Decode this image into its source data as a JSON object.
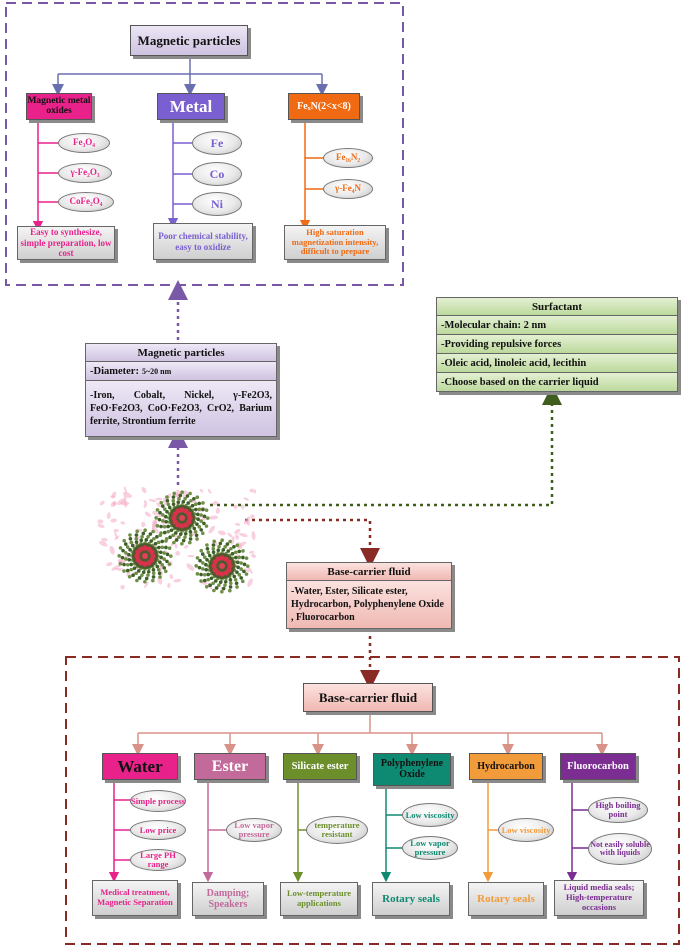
{
  "colors": {
    "purple_dash": "#7a58a8",
    "purple_fill": "#d8cfe6",
    "green_fill": "#cfe6b4",
    "green_dash": "#3f5e1d",
    "pink_fill": "#f4c6c3",
    "red_dash": "#8a2a25",
    "magenta": "#e8218b",
    "violet": "#7a5fd0",
    "orange": "#ef6a12",
    "teal": "#0f8a72",
    "olive": "#6c8f2c",
    "mauve": "#c26a9a",
    "grape": "#7b2d91",
    "amber": "#f29b3a"
  },
  "top": {
    "title": "Magnetic particles",
    "cats": [
      {
        "label": "Magnetic metal oxides",
        "items": [
          "Fe₃O₄",
          "γ-Fe₂O₃",
          "CoFe₂O₄"
        ],
        "note": "Easy to synthesize, simple preparation, low cost"
      },
      {
        "label": "Metal",
        "items": [
          "Fe",
          "Co",
          "Ni"
        ],
        "note": "Poor chemical stability, easy to oxidize"
      },
      {
        "label": "FeₓN(2<x<8)",
        "items": [
          "Fe₁₆N₂",
          "γ-Fe₄N"
        ],
        "note": "High saturation magnetization intensity, difficult to prepare"
      }
    ]
  },
  "surfactant": {
    "title": "Surfactant",
    "rows": [
      "-Molecular chain: 2 nm",
      "-Providing repulsive forces",
      "-Oleic acid, linoleic acid, lecithin",
      "-Choose based on the carrier liquid"
    ]
  },
  "particles": {
    "title": "Magnetic particles",
    "diameter_label": "-Diameter:",
    "diameter_value": "5~20 nm",
    "list": "-Iron, Cobalt, Nickel, γ-Fe2O3, FeO·Fe2O3, CoO·Fe2O3, CrO2, Barium ferrite, Strontium ferrite"
  },
  "carrier_mid": {
    "title": "Base-carrier fluid",
    "text": "-Water, Ester, Silicate ester, Hydrocarbon, Polyphenylene Oxide , Fluorocarbon"
  },
  "bottom": {
    "title": "Base-carrier fluid",
    "cats": [
      {
        "label": "Water",
        "items": [
          "Simple process",
          "Low price",
          "Large PH range"
        ],
        "app": "Medical treatment, Magnetic Separation"
      },
      {
        "label": "Ester",
        "items": [
          "Low vapor pressure"
        ],
        "app": "Damping; Speakers"
      },
      {
        "label": "Silicate ester",
        "items": [
          "temperature resistant"
        ],
        "app": "Low-temperature applications"
      },
      {
        "label": "Polyphenylene Oxide",
        "items": [
          "Low viscosity",
          "Low vapor pressure"
        ],
        "app": "Rotary seals"
      },
      {
        "label": "Hydrocarbon",
        "items": [
          "Low viscosity"
        ],
        "app": "Rotary seals"
      },
      {
        "label": "Fluorocarbon",
        "items": [
          "High boiling point",
          "Not easily soluble with liquids"
        ],
        "app": "Liquid media seals; High-temperature occasions"
      }
    ]
  }
}
